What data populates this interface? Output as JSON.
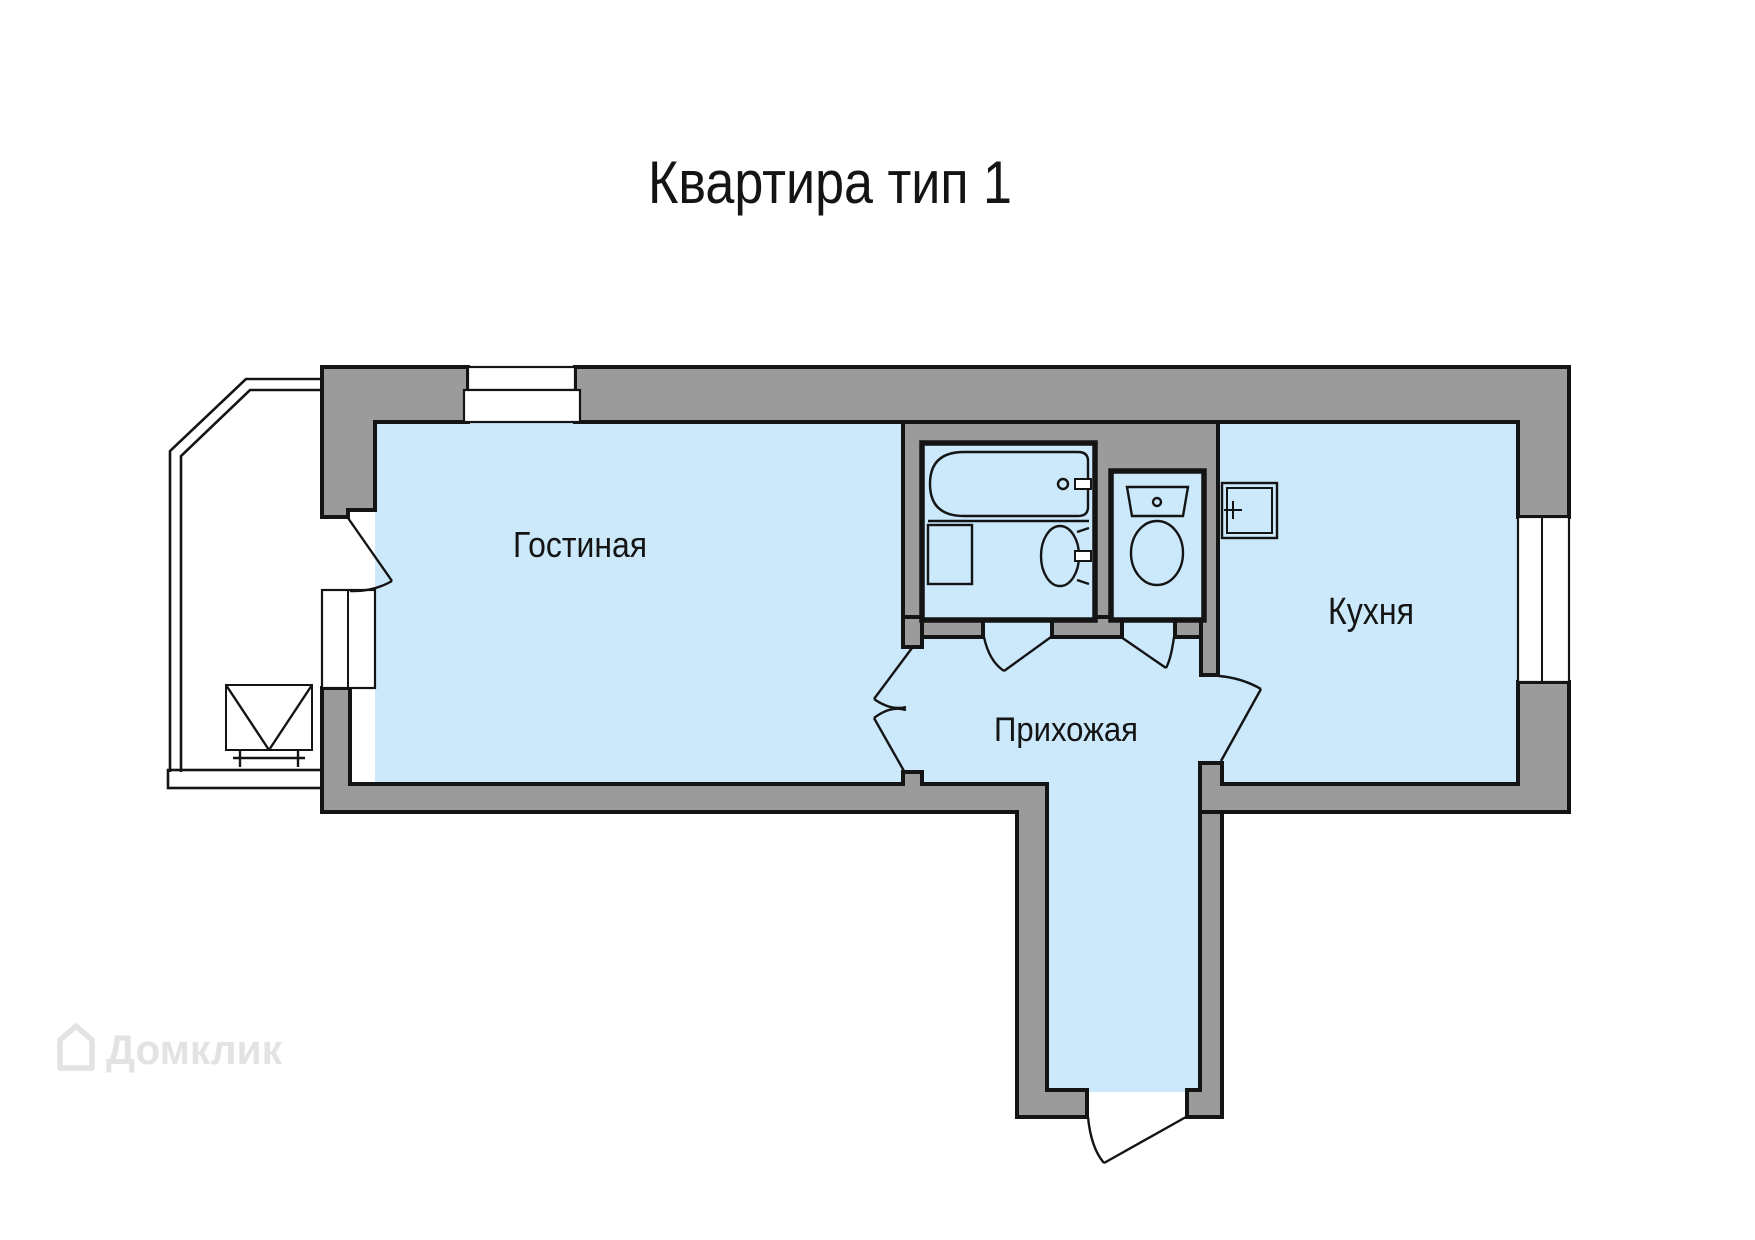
{
  "title": "Квартира тип 1",
  "rooms": {
    "living": {
      "label": "Гостиная"
    },
    "hallway": {
      "label": "Прихожая"
    },
    "kitchen": {
      "label": "Кухня"
    }
  },
  "watermark": {
    "label": "Домклик"
  },
  "colors": {
    "background": "#ffffff",
    "wall": "#9b9b9b",
    "floor": "#cbe9fb",
    "line": "#141414",
    "watermark": "#e3e3e3"
  }
}
